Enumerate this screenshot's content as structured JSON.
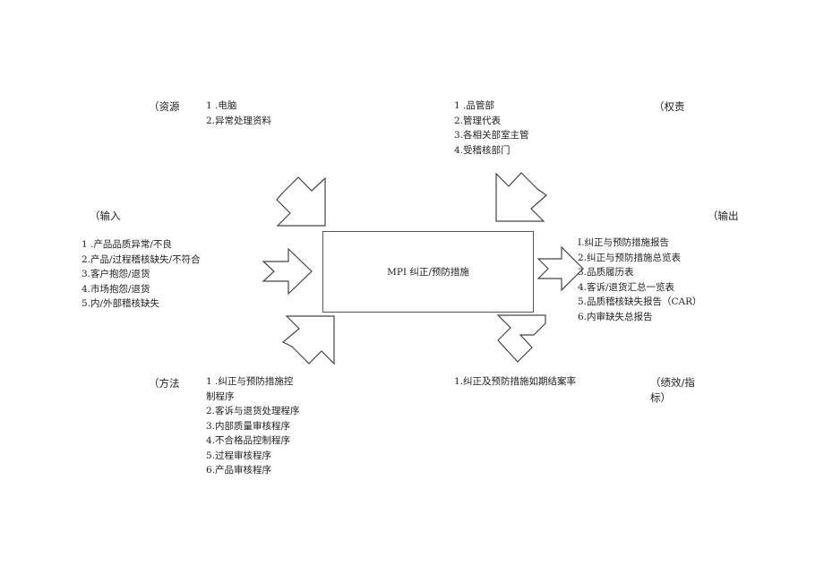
{
  "quadrants": {
    "resources": {
      "heading": "（资源",
      "lines": [
        "1        .电脑",
        "2.异常处理资料"
      ]
    },
    "authority": {
      "heading": "（权责",
      "lines": [
        "1          .品管部",
        "2.管理代表",
        "3.各相关部室主管",
        "4.受稽核部门"
      ]
    },
    "input": {
      "heading": "（输入",
      "lines": [
        "1          .产品品质异常/不良",
        "2.产品/过程稽核缺失/不符合",
        "3.客户抱怨/退货",
        "4.市场抱怨/退货",
        "5.内/外部稽核缺失"
      ]
    },
    "output": {
      "heading": "（输出",
      "lines": [
        "I.纠正与预防措施报告",
        "2.纠正与预防措施总览表",
        "3.品质履历表",
        "4.客诉/退货汇总一览表",
        "5.品质稽核缺失报告（CAR）",
        "6.内审缺失总报告"
      ]
    },
    "method": {
      "heading": "（方法",
      "lines": [
        "1        .纠正与预防措施控",
        "制程序",
        "2.客诉与退货处理程序",
        "3.内部质量审核程序",
        "4.不合格品控制程序",
        "5.过程审核程序",
        "6.产品审核程序"
      ]
    },
    "performance": {
      "heading_lines": [
        "（绩效/指",
        "标）"
      ],
      "lines": [
        "1.纠正及预防措施如期结案率"
      ]
    }
  },
  "center_title": "MPI 纠正/预防措施"
}
